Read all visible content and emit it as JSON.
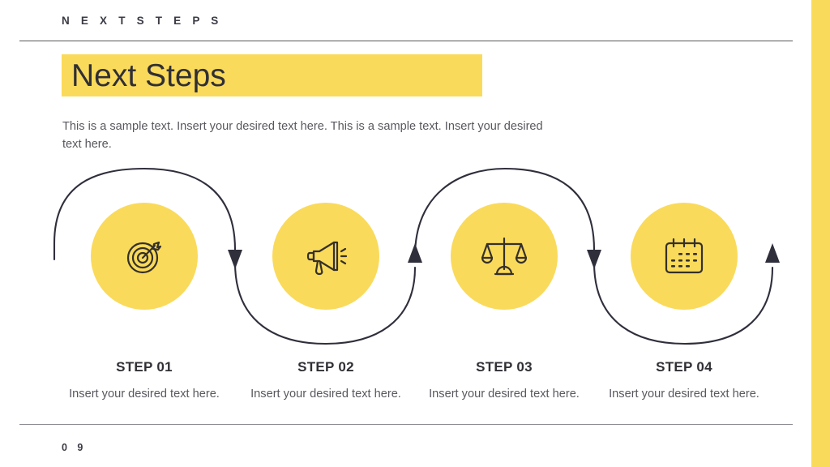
{
  "slide": {
    "eyebrow": "N E X T   S T E P S",
    "title": "Next Steps",
    "intro_line_1": "This is a sample text. Insert your desired text here. This is a sample text.",
    "intro_line_2": "Insert your desired text here.",
    "page_number": "0 9"
  },
  "colors": {
    "accent_yellow": "#fada5a",
    "title_text": "#2f2f35",
    "body_text": "#58585f",
    "line_dark": "#2f2f3c"
  },
  "steps": [
    {
      "title": "STEP 01",
      "description": "Insert your desired text here.",
      "icon": "target-icon"
    },
    {
      "title": "STEP 02",
      "description": "Insert your desired text here.",
      "icon": "megaphone-icon"
    },
    {
      "title": "STEP 03",
      "description": "Insert your desired text here.",
      "icon": "balance-scale-icon"
    },
    {
      "title": "STEP 04",
      "description": "Insert your desired text here.",
      "icon": "calendar-icon"
    }
  ]
}
